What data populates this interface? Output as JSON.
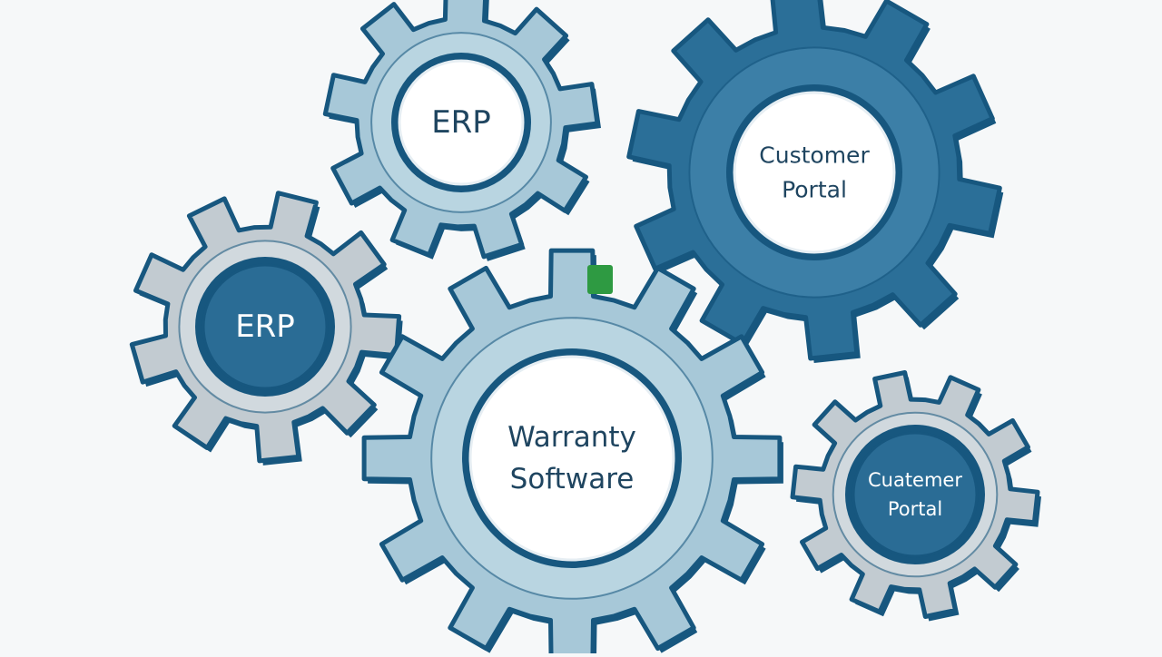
{
  "colors": {
    "background": "#f6f8f9",
    "outline": "#17577f",
    "light_blue_fill": "#a7c8d8",
    "light_blue_highlight": "#c9e0ea",
    "dark_blue_fill": "#2b6f98",
    "dark_blue_highlight": "#4a8db5",
    "gray_fill": "#c2cbd1",
    "gray_highlight": "#dfe5e9",
    "hub_white": "#ffffff",
    "hub_dark": "#2a6c95",
    "text_dark": "#1f4560",
    "text_light": "#ffffff",
    "marker_green": "#2e9a42"
  },
  "gears": [
    {
      "id": "erp-top",
      "lines": [
        "ERP"
      ],
      "style": "light-blue",
      "hub": "white"
    },
    {
      "id": "customer-portal",
      "lines": [
        "Customer",
        "Portal"
      ],
      "style": "dark-blue",
      "hub": "white"
    },
    {
      "id": "erp-left",
      "lines": [
        "ERP"
      ],
      "style": "gray",
      "hub": "dark"
    },
    {
      "id": "warranty",
      "lines": [
        "Warranty",
        "Software"
      ],
      "style": "light-blue",
      "hub": "white"
    },
    {
      "id": "cuatemer-portal",
      "lines": [
        "Cuatemer",
        "Portal"
      ],
      "style": "gray",
      "hub": "dark"
    }
  ]
}
